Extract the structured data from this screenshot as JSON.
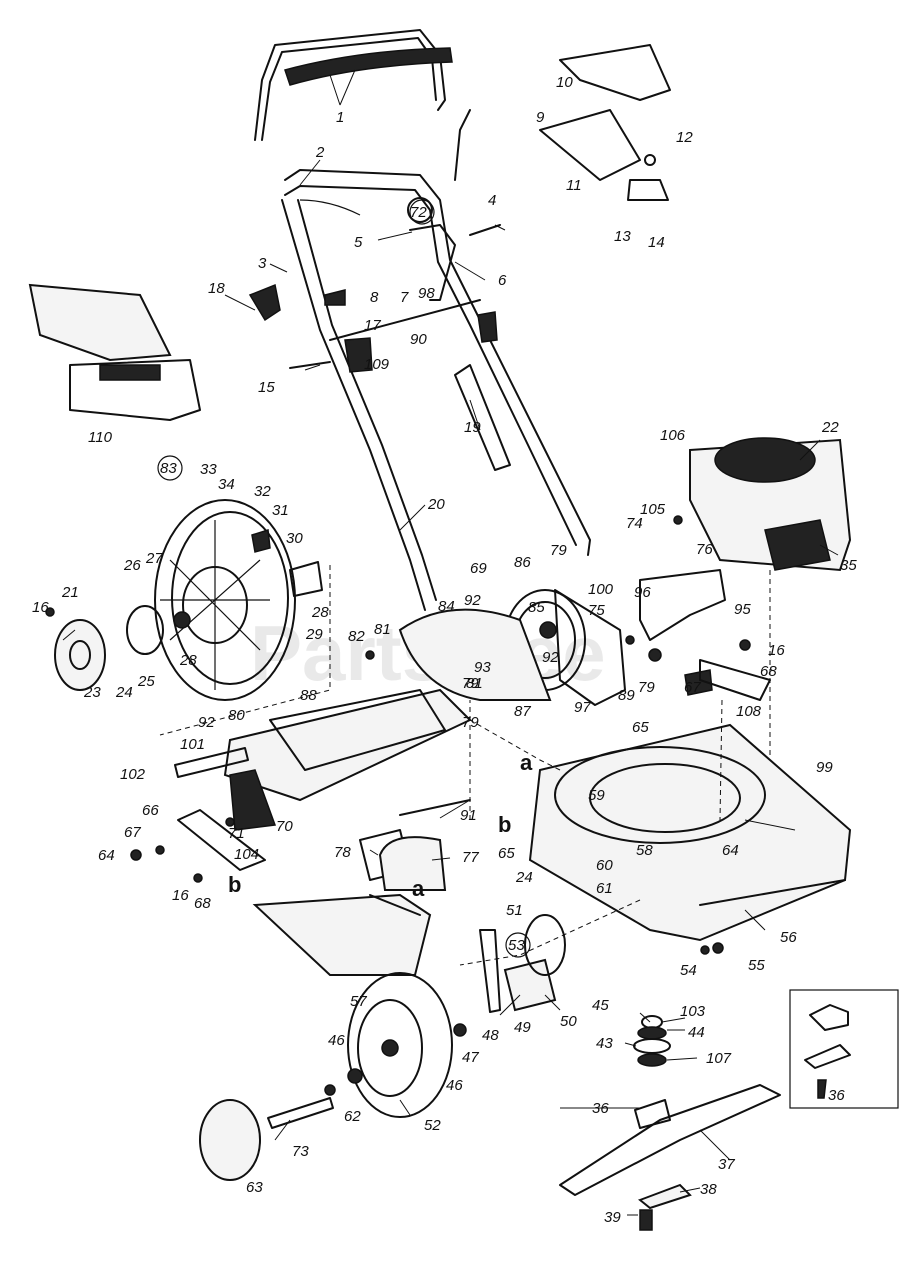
{
  "watermark": "PartsTree",
  "callouts": {
    "c1": "1",
    "c2": "2",
    "c3": "3",
    "c4": "4",
    "c5": "5",
    "c6": "6",
    "c7": "7",
    "c8": "8",
    "c9": "9",
    "c10": "10",
    "c11": "11",
    "c12": "12",
    "c13": "13",
    "c14": "14",
    "c15": "15",
    "c16a": "16",
    "c16b": "16",
    "c16c": "16",
    "c17": "17",
    "c18": "18",
    "c19": "19",
    "c20": "20",
    "c21": "21",
    "c22": "22",
    "c23": "23",
    "c24a": "24",
    "c24b": "24",
    "c25": "25",
    "c26": "26",
    "c27": "27",
    "c28a": "28",
    "c28b": "28",
    "c29": "29",
    "c30": "30",
    "c31": "31",
    "c32": "32",
    "c33": "33",
    "c34": "34",
    "c35": "35",
    "c36a": "36",
    "c36b": "36",
    "c37": "37",
    "c38": "38",
    "c39": "39",
    "c43": "43",
    "c44": "44",
    "c45": "45",
    "c46a": "46",
    "c46b": "46",
    "c47": "47",
    "c48": "48",
    "c49": "49",
    "c50": "50",
    "c51": "51",
    "c52": "52",
    "c53": "53",
    "c54": "54",
    "c55": "55",
    "c56": "56",
    "c57": "57",
    "c58": "58",
    "c59": "59",
    "c60": "60",
    "c61": "61",
    "c63": "63",
    "c62": "62",
    "c64a": "64",
    "c64b": "64",
    "c65a": "65",
    "c65b": "65",
    "c66": "66",
    "c67a": "67",
    "c67b": "67",
    "c68a": "68",
    "c68b": "68",
    "c69": "69",
    "c70": "70",
    "c71": "71",
    "c72": "72",
    "c73": "73",
    "c74": "74",
    "c75": "75",
    "c76": "76",
    "c77": "77",
    "c78": "78",
    "c79a": "79",
    "c79b": "79",
    "c79c": "79",
    "c79d": "79",
    "c80": "80",
    "c81a": "81",
    "c81b": "81",
    "c82": "82",
    "c83": "83",
    "c84": "84",
    "c85": "85",
    "c86": "86",
    "c87": "87",
    "c88": "88",
    "c89": "89",
    "c90": "90",
    "c91": "91",
    "c92a": "92",
    "c92b": "92",
    "c92c": "92",
    "c93": "93",
    "c95": "95",
    "c96": "96",
    "c97": "97",
    "c98": "98",
    "c99": "99",
    "c100": "100",
    "c101": "101",
    "c102": "102",
    "c103": "103",
    "c104": "104",
    "c105": "105",
    "c106": "106",
    "c107": "107",
    "c108": "108",
    "c109": "109",
    "c110": "110",
    "ref_a1": "a",
    "ref_a2": "a",
    "ref_b1": "b",
    "ref_b2": "b"
  }
}
